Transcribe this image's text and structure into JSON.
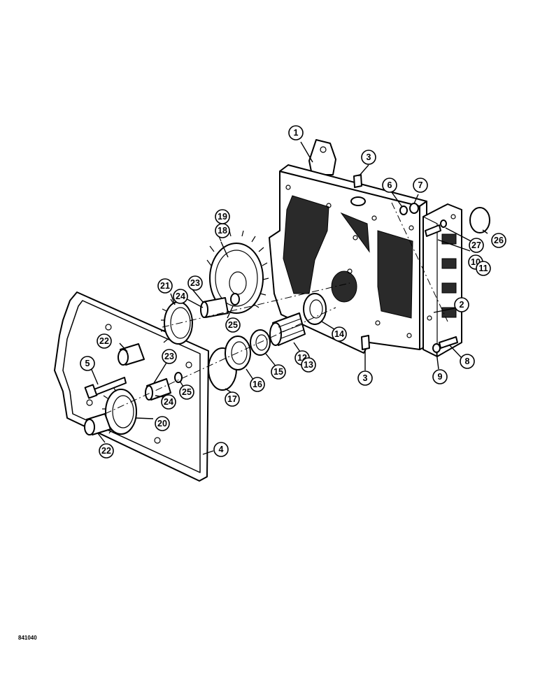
{
  "figure": {
    "code": "841040",
    "callouts": {
      "c1": "1",
      "c2": "2",
      "c3a": "3",
      "c3b": "3",
      "c4": "4",
      "c5": "5",
      "c6": "6",
      "c7": "7",
      "c8": "8",
      "c9": "9",
      "c10": "10",
      "c11": "11",
      "c12": "12",
      "c13": "13",
      "c14": "14",
      "c15": "15",
      "c16": "16",
      "c17": "17",
      "c18": "18",
      "c19": "19",
      "c20": "20",
      "c21": "21",
      "c22a": "22",
      "c22b": "22",
      "c23a": "23",
      "c23b": "23",
      "c24a": "24",
      "c24b": "24",
      "c25a": "25",
      "c25b": "25",
      "c26": "26",
      "c27": "27"
    }
  }
}
